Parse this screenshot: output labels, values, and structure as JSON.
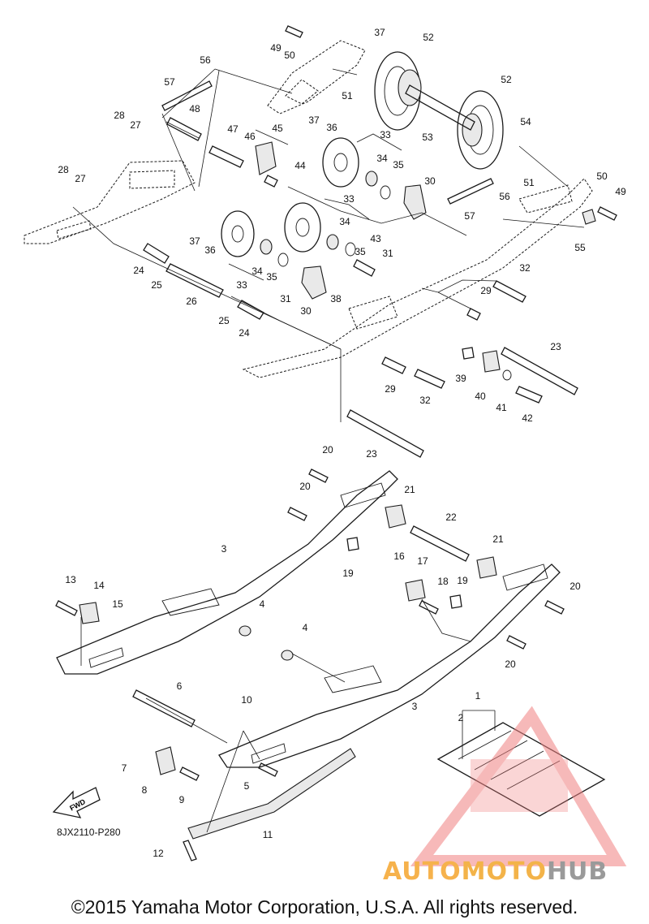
{
  "diagram": {
    "code": "8JX2110-P280",
    "fwd_label": "FWD",
    "copyright": "©2015 Yamaha Motor Corporation, U.S.A. All rights reserved.",
    "watermark": {
      "part1": "AUTO",
      "part2": "MOTO",
      "part3": "HUB"
    },
    "callouts": {
      "c1": "1",
      "c2": "2",
      "c3a": "3",
      "c3b": "3",
      "c4a": "4",
      "c4b": "4",
      "c5": "5",
      "c6": "6",
      "c7": "7",
      "c8": "8",
      "c9": "9",
      "c10": "10",
      "c11": "11",
      "c12": "12",
      "c13": "13",
      "c14": "14",
      "c15": "15",
      "c16": "16",
      "c17": "17",
      "c18": "18",
      "c19a": "19",
      "c19b": "19",
      "c20a": "20",
      "c20b": "20",
      "c20c": "20",
      "c20d": "20",
      "c21a": "21",
      "c21b": "21",
      "c22": "22",
      "c23a": "23",
      "c23b": "23",
      "c24a": "24",
      "c24b": "24",
      "c25a": "25",
      "c25b": "25",
      "c26": "26",
      "c27a": "27",
      "c27b": "27",
      "c28a": "28",
      "c28b": "28",
      "c29a": "29",
      "c29b": "29",
      "c30a": "30",
      "c30b": "30",
      "c31a": "31",
      "c31b": "31",
      "c32a": "32",
      "c32b": "32",
      "c33a": "33",
      "c33b": "33",
      "c33c": "33",
      "c34a": "34",
      "c34b": "34",
      "c34c": "34",
      "c35a": "35",
      "c35b": "35",
      "c35c": "35",
      "c36a": "36",
      "c36b": "36",
      "c37a": "37",
      "c37b": "37",
      "c37c": "37",
      "c38": "38",
      "c39": "39",
      "c40": "40",
      "c41": "41",
      "c42": "42",
      "c43": "43",
      "c44": "44",
      "c45": "45",
      "c46": "46",
      "c47": "47",
      "c48": "48",
      "c49a": "49",
      "c49b": "49",
      "c50a": "50",
      "c50b": "50",
      "c51a": "51",
      "c51b": "51",
      "c52a": "52",
      "c52b": "52",
      "c53": "53",
      "c54": "54",
      "c55": "55",
      "c56a": "56",
      "c56b": "56",
      "c57a": "57",
      "c57b": "57"
    },
    "colors": {
      "watermark_red": "#f08080",
      "watermark_orange": "#f6b24c",
      "watermark_gray": "#9a9a9a"
    }
  }
}
